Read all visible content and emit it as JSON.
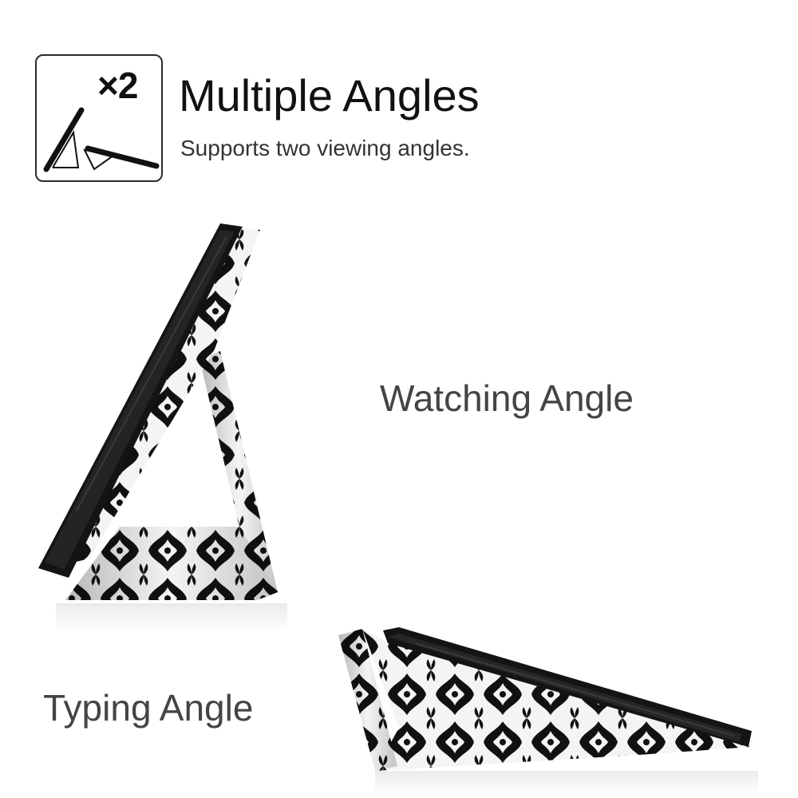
{
  "header": {
    "badge_count": "×2",
    "title": "Multiple Angles",
    "subtitle": "Supports two viewing angles."
  },
  "labels": {
    "watching": "Watching Angle",
    "typing": "Typing Angle"
  },
  "icons": {
    "badge": "stand-angles-icon"
  },
  "colors": {
    "case_black": "#111111",
    "pattern_black": "#0d0d0d",
    "pattern_white": "#f2f2f2",
    "text": "#444444"
  }
}
